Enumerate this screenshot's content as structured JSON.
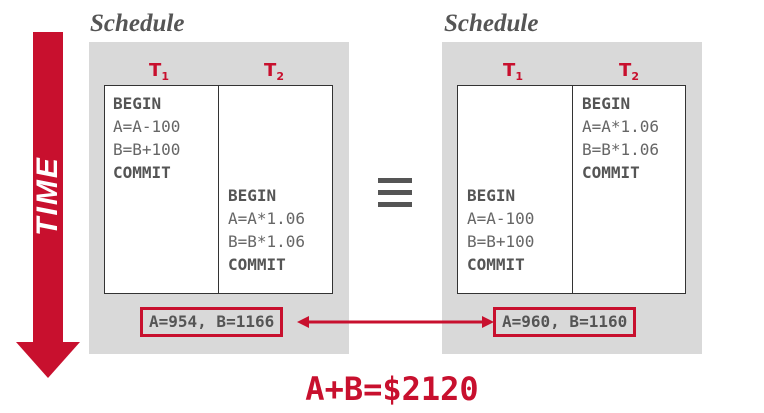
{
  "time_axis": {
    "label": "TIME"
  },
  "schedules": [
    {
      "title": "Schedule",
      "t1_label": "T",
      "t1_sub": "1",
      "t2_label": "T",
      "t2_sub": "2",
      "t1_ops": [
        "BEGIN",
        "A=A-100",
        "B=B+100",
        "COMMIT"
      ],
      "t2_ops": [
        "BEGIN",
        "A=A*1.06",
        "B=B*1.06",
        "COMMIT"
      ],
      "result": "A=954, B=1166"
    },
    {
      "title": "Schedule",
      "t1_label": "T",
      "t1_sub": "1",
      "t2_label": "T",
      "t2_sub": "2",
      "t1_ops": [
        "BEGIN",
        "A=A-100",
        "B=B+100",
        "COMMIT"
      ],
      "t2_ops": [
        "BEGIN",
        "A=A*1.06",
        "B=B*1.06",
        "COMMIT"
      ],
      "result": "A=960, B=1160"
    }
  ],
  "sum": "A+B=$2120",
  "colors": {
    "accent": "#c8102e",
    "panel": "#d9d9d9",
    "text": "#555555"
  }
}
